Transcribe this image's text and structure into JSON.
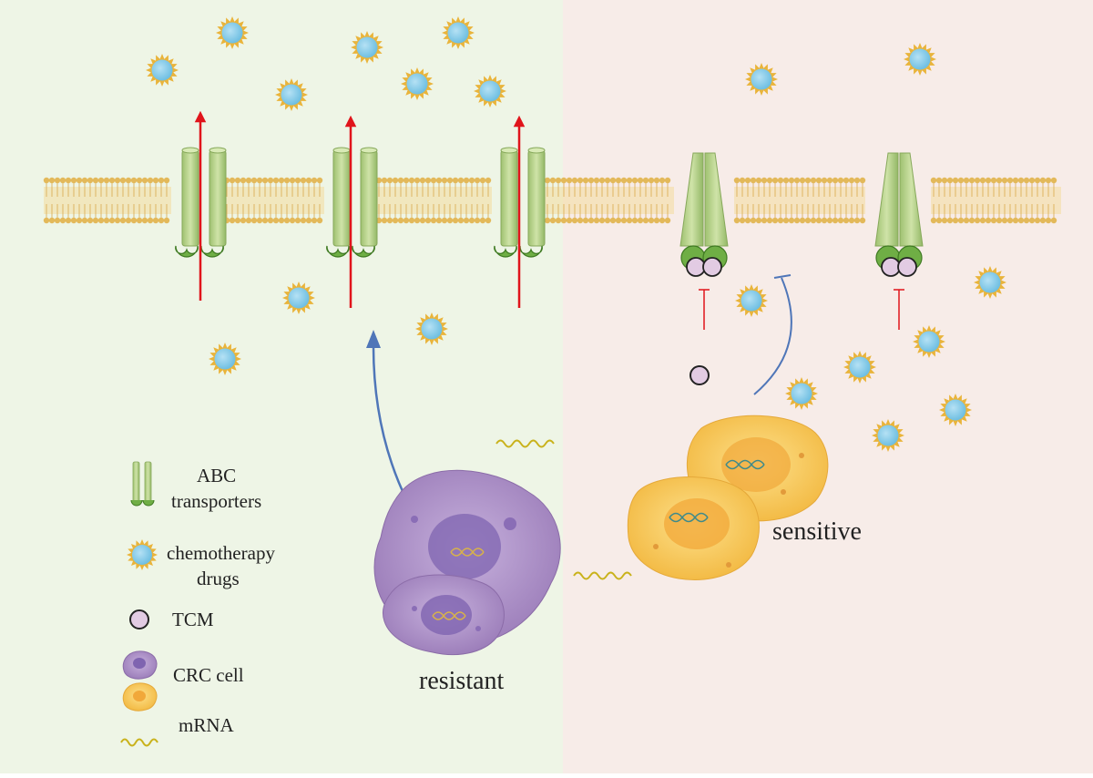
{
  "colors": {
    "left_bg": "#eef5e6",
    "right_bg": "#f7ece8",
    "membrane": "#e3b95a",
    "transporter": "#b7d38e",
    "drug_fill": "#8fcdea",
    "drug_ring": "#e9b43b",
    "efflux_arrow": "#e0141b",
    "signal_arrow": "#4f76b8",
    "tcm": "#e2cbe3",
    "resistant_cell": "#a889c2",
    "sensitive_cell": "#f4c25a",
    "mrna": "#c9b21b"
  },
  "legend": {
    "abc_line1": "ABC",
    "abc_line2": "transporters",
    "drug_line1": "chemotherapy",
    "drug_line2": "drugs",
    "tcm": "TCM",
    "crc": "CRC cell",
    "mrna": "mRNA"
  },
  "labels": {
    "resistant": "resistant",
    "sensitive": "sensitive"
  },
  "icons": {
    "transporter": "abc-transporter-icon",
    "drug": "chemotherapy-drug-icon",
    "tcm": "tcm-circle-icon",
    "cell": "crc-cell-icon",
    "mrna": "mrna-wave-icon"
  }
}
